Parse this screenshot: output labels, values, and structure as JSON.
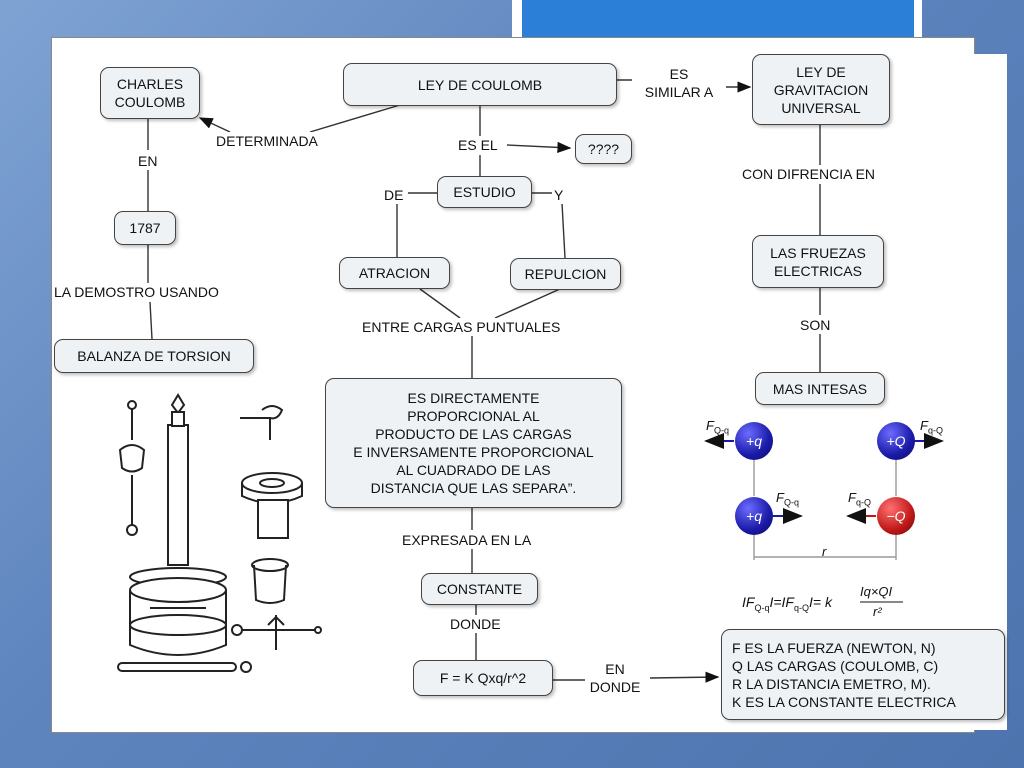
{
  "nodes": {
    "charles_coulomb": "CHARLES\nCOULOMB",
    "ley_coulomb": "LEY DE COULOMB",
    "ley_gravitacion": "LEY DE\nGRAVITACION\nUNIVERSAL",
    "unknown": "????",
    "estudio": "ESTUDIO",
    "year": "1787",
    "atraccion": "ATRACION",
    "repulsion": "REPULCION",
    "fuerzas": "LAS FRUEZAS\nELECTRICAS",
    "balanza": "BALANZA DE TORSION",
    "mas_intensas": "MAS INTESAS",
    "statement": "ES DIRECTAMENTE\nPROPORCIONAL AL\nPRODUCTO DE LAS CARGAS\nE INVERSAMENTE PROPORCIONAL\nAL CUADRADO DE LAS\nDISTANCIA QUE LAS SEPARA”.",
    "constante": "CONSTANTE",
    "formula": "F = K Qxq/r^2",
    "definitions": "F ES LA FUERZA (NEWTON, N)\n  Q  LAS CARGAS  (COULOMB, C)\n    R LA DISTANCIA EMETRO, M).\nK ES LA CONSTANTE ELECTRICA"
  },
  "links": {
    "es_similar_a": "ES\nSIMILAR A",
    "determinada": "DETERMINADA",
    "es_el": "ES EL",
    "en": "EN",
    "de": "DE",
    "y": "Y",
    "con_diferencia_en": "CON DIFRENCIA EN",
    "la_demostro_usando": "LA DEMOSTRO USANDO",
    "entre_cargas": "ENTRE CARGAS PUNTUALES",
    "son": "SON",
    "expresada_en_la": "EXPRESADA EN LA",
    "donde": "DONDE",
    "en_donde": "EN\nDONDE"
  },
  "charges": {
    "plus_q": "+q",
    "plus_Q": "+Q",
    "minus_Q": "−Q",
    "force_Qq": "F",
    "sub_Qq": "Q-q",
    "sub_qQ": "q-Q",
    "distance": "r"
  },
  "equation": {
    "lhs": "IF",
    "mid": "I=IF",
    "rhs": "I= k",
    "numerator": "Iq×QI",
    "denominator": "r²"
  },
  "colors": {
    "background": "#5f85bf",
    "accent_box": "#2b7fd6",
    "node_fill": "#eef2f5",
    "charge_positive": "#1a1aa8",
    "charge_negative": "#c01818"
  }
}
